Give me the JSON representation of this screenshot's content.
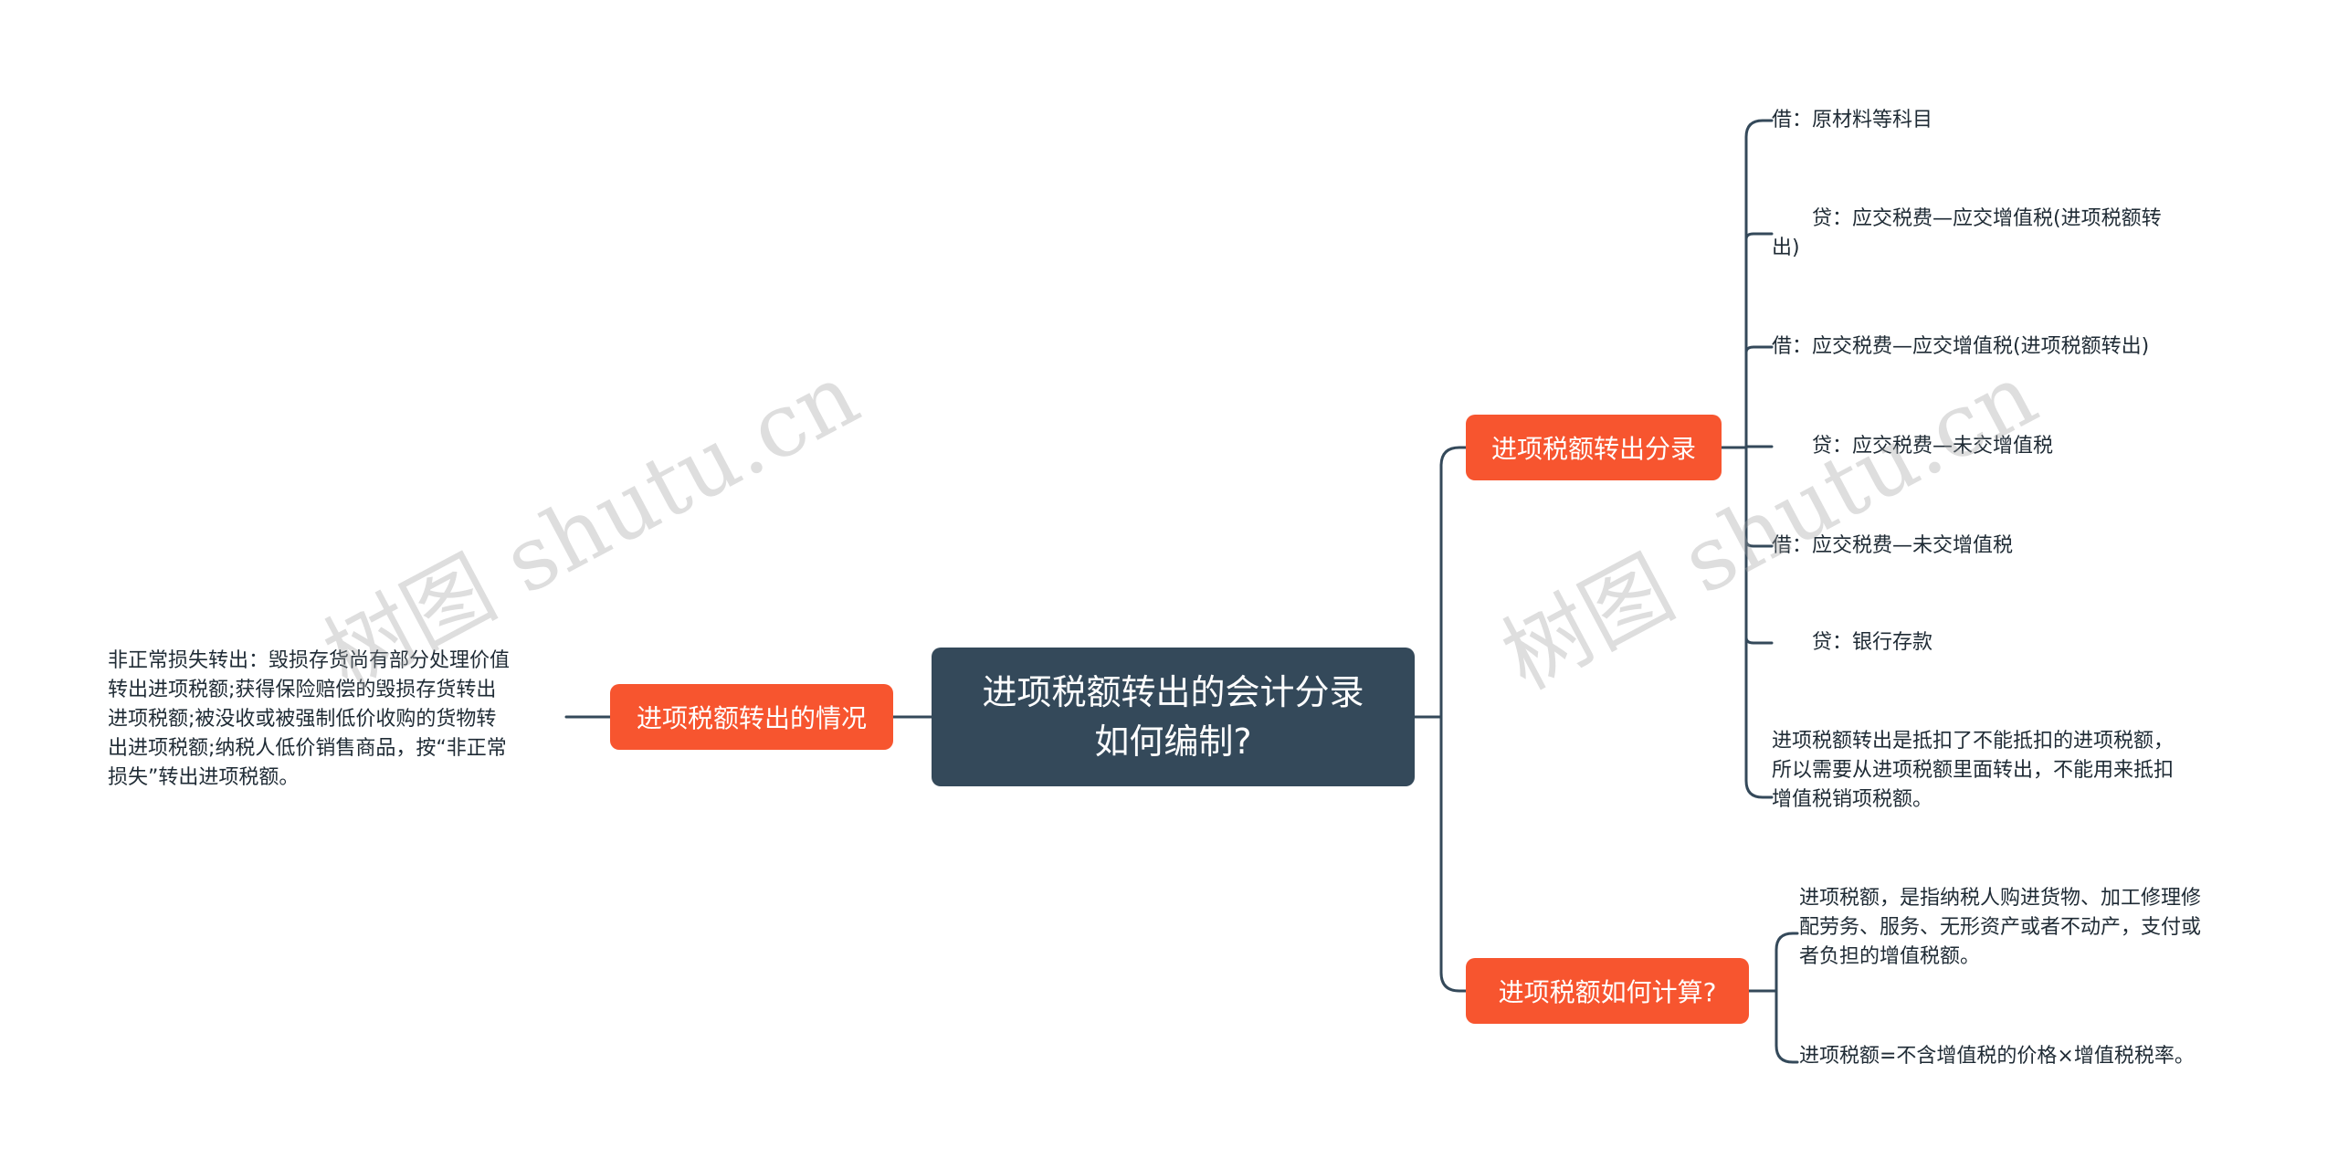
{
  "root": {
    "title_line1": "进项税额转出的会计分录",
    "title_line2": "如何编制?"
  },
  "left": {
    "branch_label": "进项税额转出的情况",
    "leaf_lines": [
      "非正常损失转出：毁损存货尚有部分处理价值",
      "转出进项税额;获得保险赔偿的毁损存货转出",
      "进项税额;被没收或被强制低价收购的货物转",
      "出进项税额;纳税人低价销售商品，按“非正常",
      "损失”转出进项税额。"
    ]
  },
  "right_top": {
    "branch_label": "进项税额转出分录",
    "leaves": [
      {
        "lines": [
          "借：原材料等科目"
        ]
      },
      {
        "lines": [
          "　　贷：应交税费—应交增值税(进项税额转",
          "出)"
        ]
      },
      {
        "lines": [
          "借：应交税费—应交增值税(进项税额转出)"
        ]
      },
      {
        "lines": [
          "　　贷：应交税费—未交增值税"
        ]
      },
      {
        "lines": [
          "借：应交税费—未交增值税"
        ]
      },
      {
        "lines": [
          "　　贷：银行存款"
        ]
      },
      {
        "lines": [
          "进项税额转出是抵扣了不能抵扣的进项税额，",
          "所以需要从进项税额里面转出，不能用来抵扣",
          "增值税销项税额。"
        ]
      }
    ]
  },
  "right_bottom": {
    "branch_label": "进项税额如何计算?",
    "leaves": [
      {
        "lines": [
          "进项税额，是指纳税人购进货物、加工修理修",
          "配劳务、服务、无形资产或者不动产，支付或",
          "者负担的增值税额。"
        ]
      },
      {
        "lines": [
          "进项税额=不含增值税的价格×增值税税率。"
        ]
      }
    ]
  },
  "watermarks": [
    "树图 shutu.cn",
    "树图 shutu.cn"
  ],
  "colors": {
    "root_bg": "#34495a",
    "branch_bg": "#f7552f",
    "line": "#34495a",
    "text": "#1f2b35"
  }
}
